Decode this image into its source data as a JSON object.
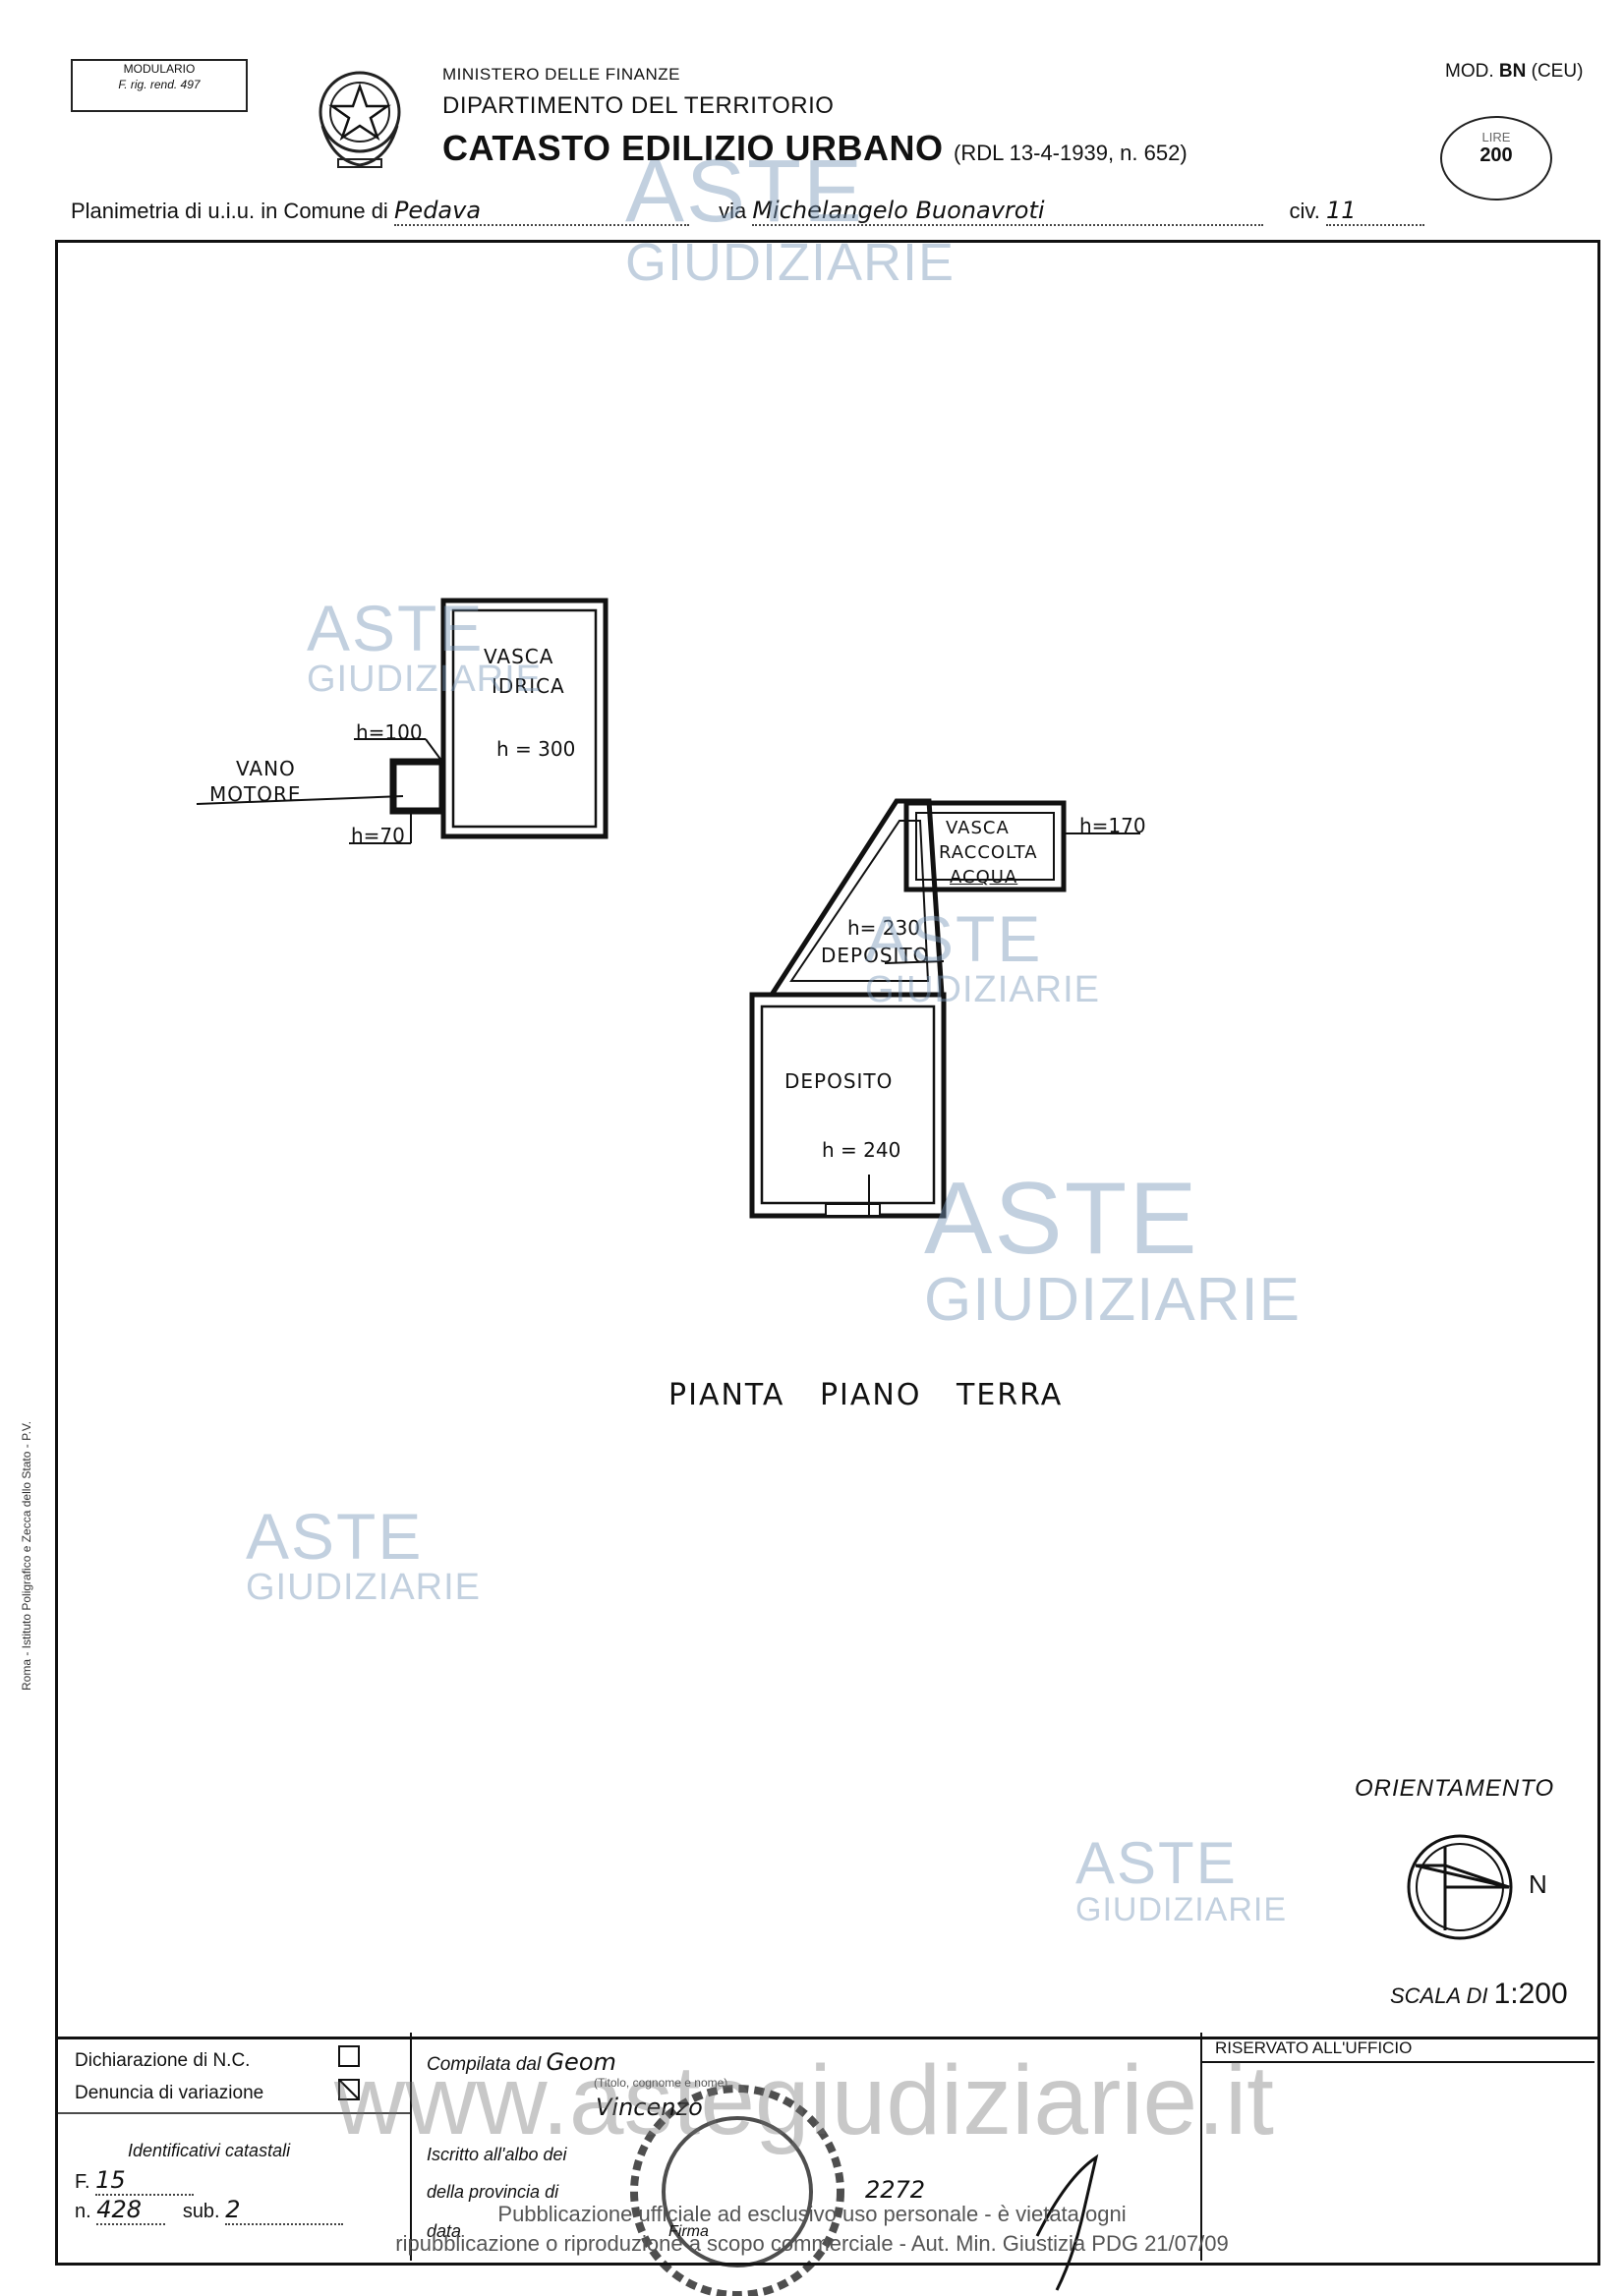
{
  "header": {
    "modulario": "MODULARIO",
    "modulario_sub": "F. rig. rend. 497",
    "ministero": "MINISTERO DELLE FINANZE",
    "dipartimento": "DIPARTIMENTO DEL TERRITORIO",
    "catasto": "CATASTO EDILIZIO URBANO",
    "rdl": "(RDL 13-4-1939, n. 652)",
    "mod_prefix": "MOD.",
    "mod_bn": "BN",
    "mod_suffix": "(CEU)",
    "lire_label": "LIRE",
    "lire_value": "200"
  },
  "plan_line": {
    "prefix": "Planimetria di u.i.u. in Comune di",
    "comune": "Pedava",
    "via_label": "via",
    "via": "Michelangelo Buonavroti",
    "civ_label": "civ.",
    "civ": "11"
  },
  "plan": {
    "vasca_idrica_1": "VASCA",
    "vasca_idrica_2": "IDRICA",
    "h300": "h = 300",
    "h100": "h=100",
    "h70": "h=70",
    "vano_1": "VANO",
    "vano_2": "MOTORE",
    "vasca_r_1": "VASCA",
    "vasca_r_2": "RACCOLTA",
    "vasca_r_3": "ACQUA",
    "h170": "h=170",
    "h230": "h= 230",
    "deposito_small": "DEPOSITO",
    "deposito_big": "DEPOSITO",
    "h240": "h = 240",
    "pianta_title": "PIANTA PIANO TERRA"
  },
  "orientamento": "ORIENTAMENTO",
  "north": "N",
  "scala_label": "SCALA DI",
  "scala_value": "1:200",
  "watermark": {
    "aste": "ASTE",
    "giudiziarie": "GIUDIZIARIE",
    "site": "www.astegiudiziarie.it"
  },
  "footer": {
    "dichiarazione": "Dichiarazione di N.C.",
    "denuncia": "Denuncia di variazione",
    "identificativi": "Identificativi catastali",
    "f_label": "F.",
    "f_value": "15",
    "n_label": "n.",
    "n_value": "428",
    "sub_label": "sub.",
    "sub_value": "2",
    "compilata": "Compilata dal",
    "compilata_value": "Geom",
    "titolo": "(Titolo, cognome e nome)",
    "nome": "Vincenzo",
    "iscritto": "Iscritto all'albo dei",
    "provincia": "della provincia di",
    "numero": "2272",
    "data": "data",
    "firma": "Firma",
    "riservato": "RISERVATO ALL'UFFICIO"
  },
  "publication": {
    "line1": "Pubblicazione ufficiale ad esclusivo uso personale - è vietata ogni",
    "line2": "ripubblicazione o riproduzione a scopo commerciale - Aut. Min. Giustizia PDG 21/07/09"
  },
  "side_text": "Roma - Istituto Poligrafico e Zecca dello Stato - P.V."
}
